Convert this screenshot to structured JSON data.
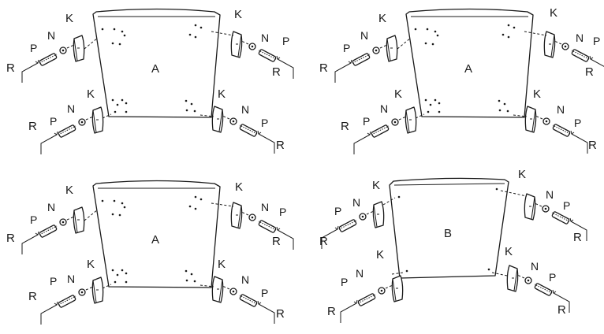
{
  "panels": [
    {
      "id": "top-left",
      "body_label": "A",
      "hardware": [
        "K",
        "N",
        "P",
        "R"
      ]
    },
    {
      "id": "top-right",
      "body_label": "A",
      "hardware": [
        "K",
        "N",
        "P",
        "R"
      ]
    },
    {
      "id": "bottom-left",
      "body_label": "A",
      "hardware": [
        "K",
        "N",
        "P",
        "R"
      ]
    },
    {
      "id": "bottom-right",
      "body_label": "B",
      "hardware": [
        "K",
        "N",
        "P",
        "R"
      ]
    }
  ],
  "colors": {
    "line": "#1a1a1a",
    "background": "#ffffff"
  }
}
